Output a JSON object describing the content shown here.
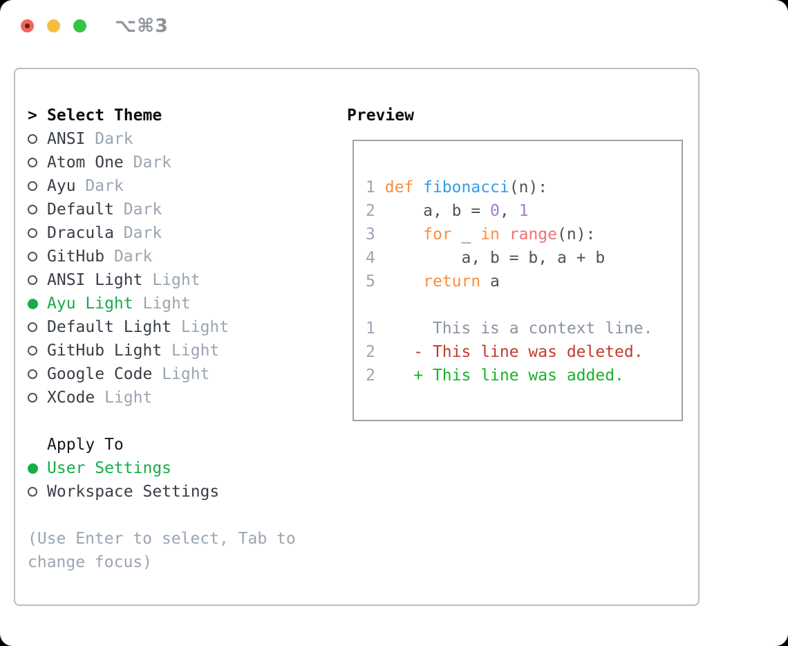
{
  "window": {
    "title": "⌥⌘3"
  },
  "theme_selector": {
    "heading_marker": ">",
    "heading": "Select Theme",
    "items": [
      {
        "name": "ANSI",
        "tag": "Dark",
        "selected": false
      },
      {
        "name": "Atom One",
        "tag": "Dark",
        "selected": false
      },
      {
        "name": "Ayu",
        "tag": "Dark",
        "selected": false
      },
      {
        "name": "Default",
        "tag": "Dark",
        "selected": false
      },
      {
        "name": "Dracula",
        "tag": "Dark",
        "selected": false
      },
      {
        "name": "GitHub",
        "tag": "Dark",
        "selected": false
      },
      {
        "name": "ANSI Light",
        "tag": "Light",
        "selected": false
      },
      {
        "name": "Ayu Light",
        "tag": "Light",
        "selected": true
      },
      {
        "name": "Default Light",
        "tag": "Light",
        "selected": false
      },
      {
        "name": "GitHub Light",
        "tag": "Light",
        "selected": false
      },
      {
        "name": "Google Code",
        "tag": "Light",
        "selected": false
      },
      {
        "name": "XCode",
        "tag": "Light",
        "selected": false
      }
    ],
    "apply_to": {
      "heading": "Apply To",
      "options": [
        {
          "label": "User Settings",
          "selected": true
        },
        {
          "label": "Workspace Settings",
          "selected": false
        }
      ]
    },
    "hint": {
      "line1": "(Use Enter to select, Tab to",
      "line2": "change focus)"
    }
  },
  "preview": {
    "heading": "Preview",
    "lines": [
      {
        "n": "1",
        "tokens": [
          [
            "kw",
            "def"
          ],
          [
            "fn",
            " fibonacci"
          ],
          [
            "def",
            "(n):"
          ]
        ]
      },
      {
        "n": "2",
        "tokens": [
          [
            "def",
            "    a, b = "
          ],
          [
            "num",
            "0"
          ],
          [
            "def",
            ", "
          ],
          [
            "num",
            "1"
          ]
        ]
      },
      {
        "n": "3",
        "tokens": [
          [
            "def",
            "    "
          ],
          [
            "kw",
            "for"
          ],
          [
            "def",
            " _ "
          ],
          [
            "kw",
            "in"
          ],
          [
            "rng",
            " range"
          ],
          [
            "def",
            "(n):"
          ]
        ]
      },
      {
        "n": "4",
        "tokens": [
          [
            "def",
            "        a, b = b, a + b"
          ]
        ]
      },
      {
        "n": "5",
        "tokens": [
          [
            "def",
            "    "
          ],
          [
            "kw",
            "return"
          ],
          [
            "def",
            " a"
          ]
        ]
      },
      {
        "blank": true
      },
      {
        "n": "1",
        "tokens": [
          [
            "ctx",
            "     This is a context line."
          ]
        ]
      },
      {
        "n": "2",
        "tokens": [
          [
            "del",
            "   - This line was deleted."
          ]
        ]
      },
      {
        "n": "2",
        "tokens": [
          [
            "add",
            "   + This line was added."
          ]
        ]
      }
    ]
  },
  "colors": {
    "accent_green": "#17ab49",
    "muted_gray": "#9aa5b1",
    "keyword_orange": "#fa8d3e",
    "function_blue": "#2f9fe5",
    "number_purple": "#a37acc",
    "builtin_coral": "#f07171",
    "deleted_red": "#c23b2a",
    "added_green": "#18b32a",
    "traffic_red": "#f4635c",
    "traffic_yellow": "#f6bd40",
    "traffic_green": "#34c442"
  }
}
